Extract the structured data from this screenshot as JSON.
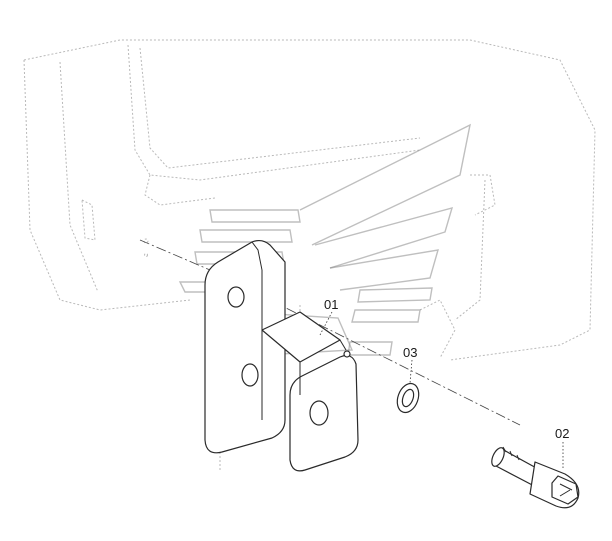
{
  "callouts": {
    "bracket": "01",
    "bolt": "02",
    "washer": "03"
  },
  "colors": {
    "background": "#ffffff",
    "line": "#2a2a2a",
    "ghost": "#b9b9b9"
  }
}
